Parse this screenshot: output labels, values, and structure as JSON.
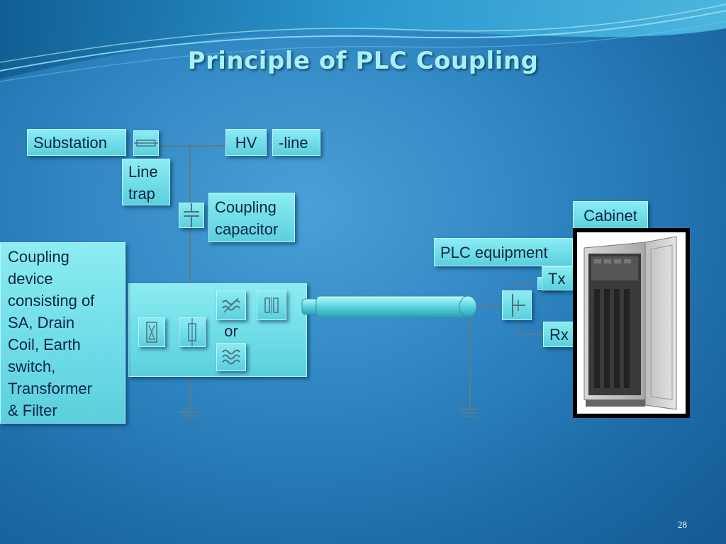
{
  "slide": {
    "title": "Principle of PLC Coupling",
    "page_number": "28"
  },
  "labels": {
    "substation": "Substation",
    "hv": "HV",
    "line": "-line",
    "line_trap_1": "Line",
    "line_trap_2": "trap",
    "coupling_capacitor_1": "Coupling",
    "coupling_capacitor_2": "capacitor",
    "cabinet": "Cabinet",
    "plc_equipment": "PLC equipment",
    "tx": "Tx",
    "rx": "Rx",
    "or": "or",
    "coupling_device": [
      "Coupling",
      "device",
      "consisting of",
      "SA, Drain",
      "Coil, Earth",
      "switch,",
      "Transformer",
      "& Filter"
    ]
  },
  "colors": {
    "box_fill": "#6fdde8",
    "line_color": "#5a7d8c",
    "title_color": "#a8f0f5"
  }
}
